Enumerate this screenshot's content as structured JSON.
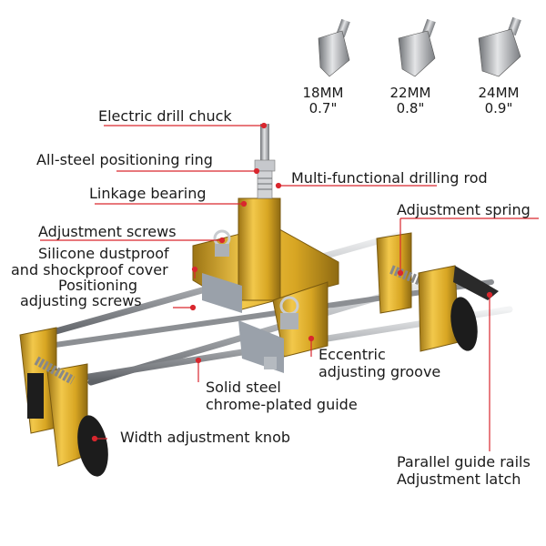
{
  "bits": [
    {
      "size_mm": "18MM",
      "size_in": "0.7\""
    },
    {
      "size_mm": "22MM",
      "size_in": "0.8\""
    },
    {
      "size_mm": "24MM",
      "size_in": "0.9\""
    }
  ],
  "callouts": {
    "electric_drill_chuck": "Electric drill chuck",
    "positioning_ring": "All-steel positioning ring",
    "drilling_rod": "Multi-functional drilling rod",
    "linkage_bearing": "Linkage bearing",
    "adjustment_spring": "Adjustment spring",
    "adjustment_screws": "Adjustment screws",
    "dustproof_line1": "Silicone dustproof",
    "dustproof_line2": "and shockproof cover",
    "positioning_screws_line1": "Positioning",
    "positioning_screws_line2": "adjusting screws",
    "eccentric_line1": "Eccentric",
    "eccentric_line2": "adjusting groove",
    "guide_line1": "Solid steel",
    "guide_line2": "chrome-plated guide",
    "width_knob": "Width adjustment knob",
    "latch_line1": "Parallel guide rails",
    "latch_line2": "Adjustment latch"
  },
  "colors": {
    "leader_line": "#d9272e",
    "brass": "#d8a623",
    "brass_dark": "#9c7414",
    "steel": "#c7c9cc",
    "steel_dark": "#6e7175",
    "knob": "#1c1c1c",
    "block": "#9aa1aa"
  }
}
